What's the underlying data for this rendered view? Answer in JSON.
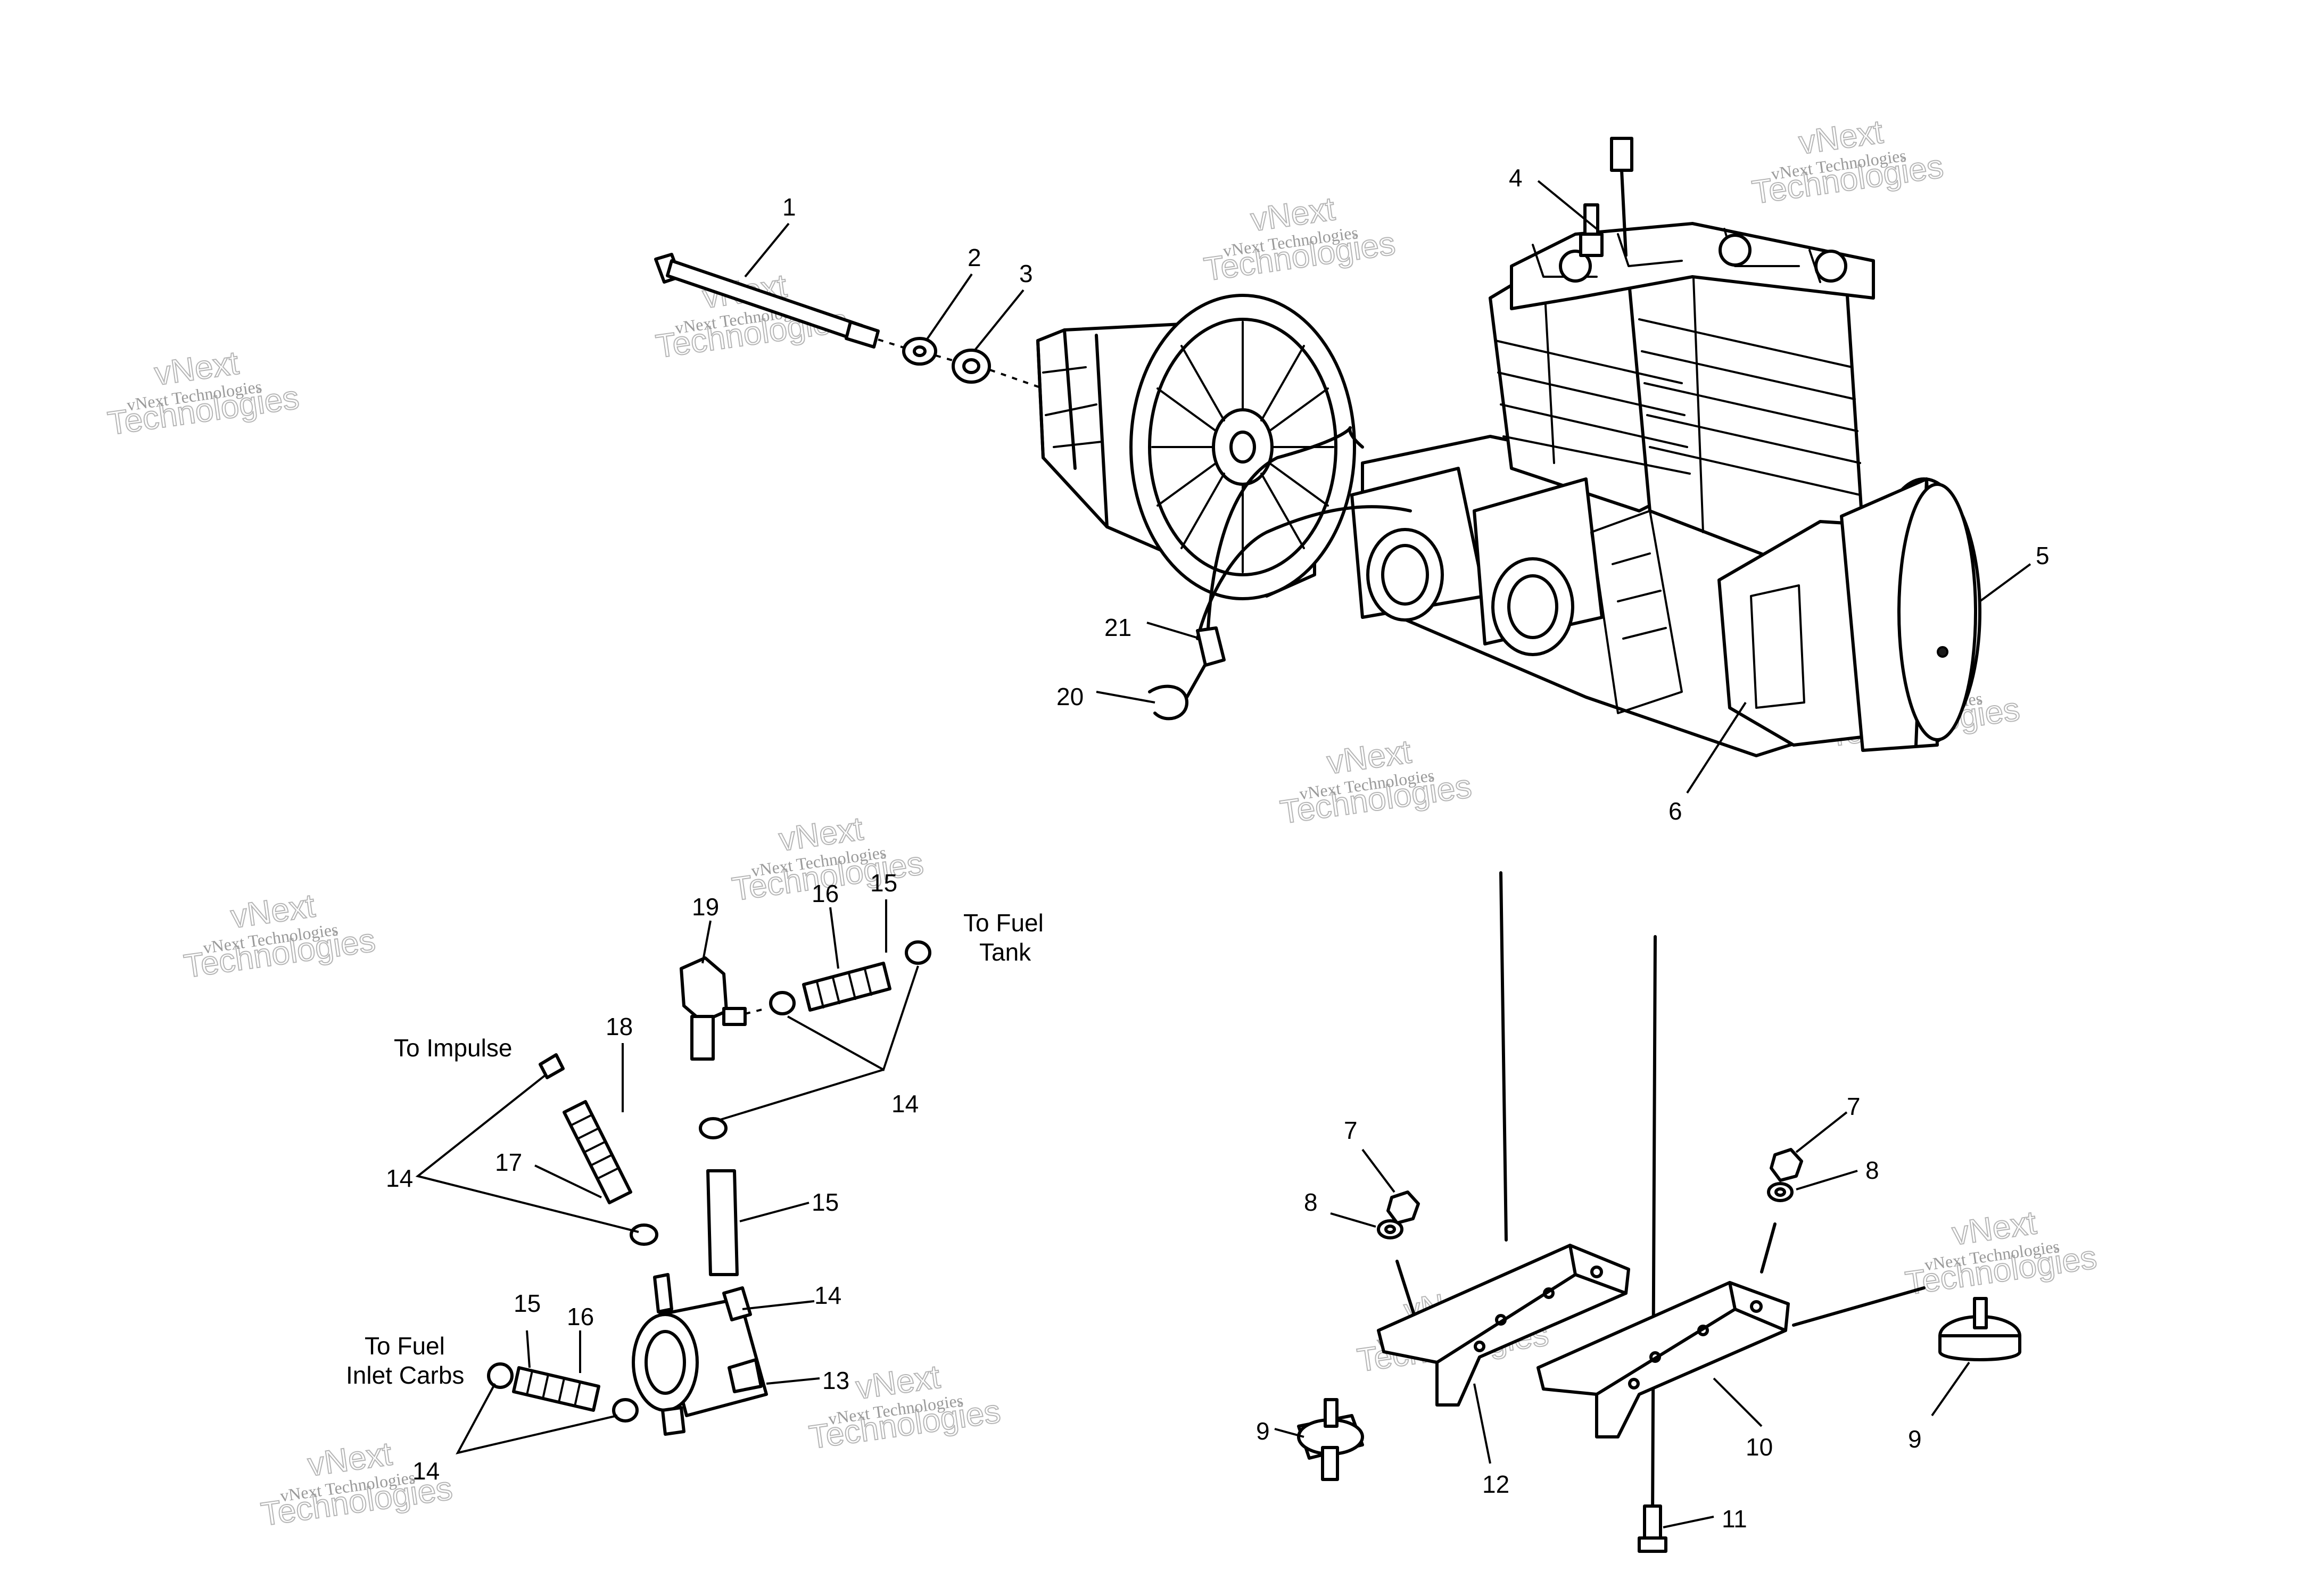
{
  "watermark": {
    "line1": "vNext Technologies",
    "line2": "vNext",
    "line3": "Technologies"
  },
  "callouts": {
    "c1": "1",
    "c2": "2",
    "c3": "3",
    "c4": "4",
    "c5": "5",
    "c6": "6",
    "c7a": "7",
    "c7b": "7",
    "c8a": "8",
    "c8b": "8",
    "c9a": "9",
    "c9b": "9",
    "c10": "10",
    "c11": "11",
    "c12": "12",
    "c13": "13",
    "c14a": "14",
    "c14b": "14",
    "c14c": "14",
    "c14d": "14",
    "c15a": "15",
    "c15b": "15",
    "c15c": "15",
    "c16a": "16",
    "c16b": "16",
    "c17": "17",
    "c18": "18",
    "c19": "19",
    "c20": "20",
    "c21": "21"
  },
  "notes": {
    "fuel_tank_line1": "To Fuel",
    "fuel_tank_line2": "Tank",
    "impulse": "To Impulse",
    "carbs_line1": "To Fuel",
    "carbs_line2": "Inlet Carbs"
  }
}
